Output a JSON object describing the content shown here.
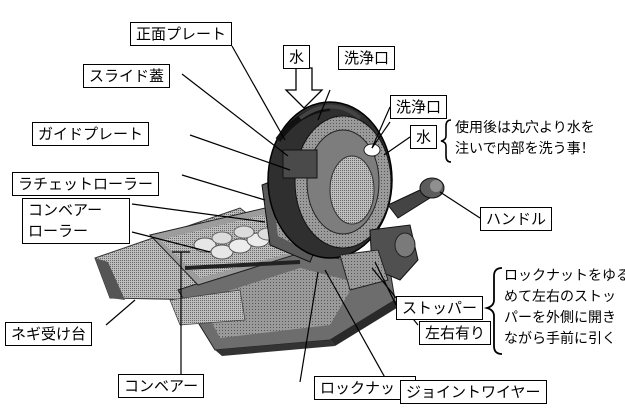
{
  "labels": {
    "front_plate": "正面プレート",
    "water_top": "水",
    "wash_port_top": "洗浄口",
    "slide_lid": "スライド蓋",
    "wash_port_right": "洗浄口",
    "water_right": "水",
    "guide_plate": "ガイドプレート",
    "ratchet_roller": "ラチェットローラー",
    "conveyor_roller_line1": "コンベアー",
    "conveyor_roller_line2": "ローラー",
    "handle": "ハンドル",
    "leek_tray": "ネギ受け台",
    "stopper": "ストッパー",
    "left_right": "左右有り",
    "conveyor": "コンベアー",
    "lock_nut": "ロックナット",
    "joint_wire": "ジョイントワイヤー"
  },
  "notes": {
    "wash_note_line1": "使用後は丸穴より水を",
    "wash_note_line2": "注いで内部を洗う事！",
    "lock_note_line1": "ロックナットをゆる",
    "lock_note_line2": "めて左右のストッ",
    "lock_note_line3": "パーを外側に開き",
    "lock_note_line4": "ながら手前に引く"
  },
  "colors": {
    "line": "#000000",
    "machine_dark": "#3a3a3a",
    "machine_mid": "#8a8a8a",
    "machine_light": "#c8c8c8"
  }
}
